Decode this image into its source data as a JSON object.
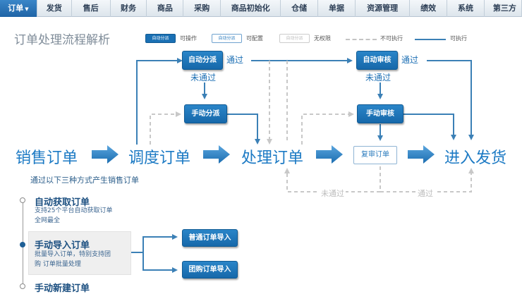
{
  "nav": {
    "items": [
      "订单",
      "发货",
      "售后",
      "财务",
      "商品",
      "采购",
      "商品初始化",
      "仓储",
      "单据",
      "资源管理",
      "绩效",
      "系统",
      "第三方"
    ]
  },
  "title": "订单处理流程解析",
  "legend": {
    "operable_box": "自动分派",
    "operable": "可操作",
    "configurable_box": "自动分派",
    "configurable": "可配置",
    "no_permission_box": "自动分派",
    "no_permission": "无权限",
    "not_executable": "不可执行",
    "executable": "可执行"
  },
  "flow": {
    "sales_order": "销售订单",
    "dispatch_order": "调度订单",
    "process_order": "处理订单",
    "enter_shipping": "进入发货",
    "auto_dispatch": "自动分派",
    "manual_dispatch": "手动分派",
    "auto_review": "自动审核",
    "manual_review": "手动审核",
    "re_review": "复审订单",
    "pass_1": "通过",
    "fail_1": "未通过",
    "pass_2": "通过",
    "fail_2": "未通过",
    "fail_bottom": "未通过",
    "pass_bottom": "通过"
  },
  "sources": {
    "intro": "通过以下三种方式产生销售订单",
    "auto_title": "自动获取订单",
    "auto_desc_1": "支持25个平台自动获取订单",
    "auto_desc_2": "全网最全",
    "manual_title": "手动导入订单",
    "manual_desc_1": "批量导入订单，特别支持团",
    "manual_desc_2": "购 订单批量处理",
    "new_title": "手动新建订单",
    "normal_import": "普通订单导入",
    "group_import": "团购订单导入"
  },
  "colors": {
    "primary_blue": "#1a70b4",
    "arrow_blue": "#3b80b6",
    "disabled_gray": "#c8c8c8"
  }
}
